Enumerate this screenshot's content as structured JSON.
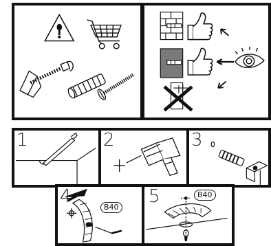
{
  "steps": [
    {
      "number": "1",
      "illustration": "mark-pencil-icon"
    },
    {
      "number": "2",
      "illustration": "drill-icon"
    },
    {
      "number": "3",
      "illustration": "insert-anchor-icon"
    },
    {
      "number": "4",
      "illustration": "drill-bit-icon",
      "badge": "B40"
    },
    {
      "number": "5",
      "illustration": "mounted-bracket-icon",
      "badge": "B40"
    }
  ],
  "icons": {
    "warning": "warning-icon",
    "cart": "shopping-cart-icon",
    "anchors": "wall-anchors-icon",
    "correct_wall": "thumbs-up-icon",
    "inspect": "eye-icon",
    "wrong": "cross-mark-icon"
  }
}
